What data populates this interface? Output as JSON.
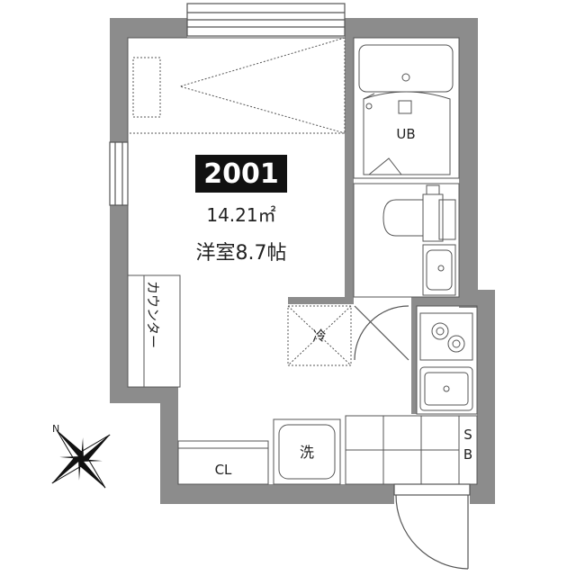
{
  "unit": {
    "number": "2001",
    "area": "14.21㎡",
    "room": "洋室8.7帖"
  },
  "labels": {
    "bath": "UB",
    "counter": "カウンター",
    "fridge": "冷",
    "washer": "洗",
    "closet": "CL",
    "shoe_box_s": "S",
    "shoe_box_b": "B",
    "north": "N"
  },
  "colors": {
    "wall": "#8c8c8c",
    "line": "#555555",
    "badge": "#111111",
    "badge_text": "#ffffff"
  }
}
